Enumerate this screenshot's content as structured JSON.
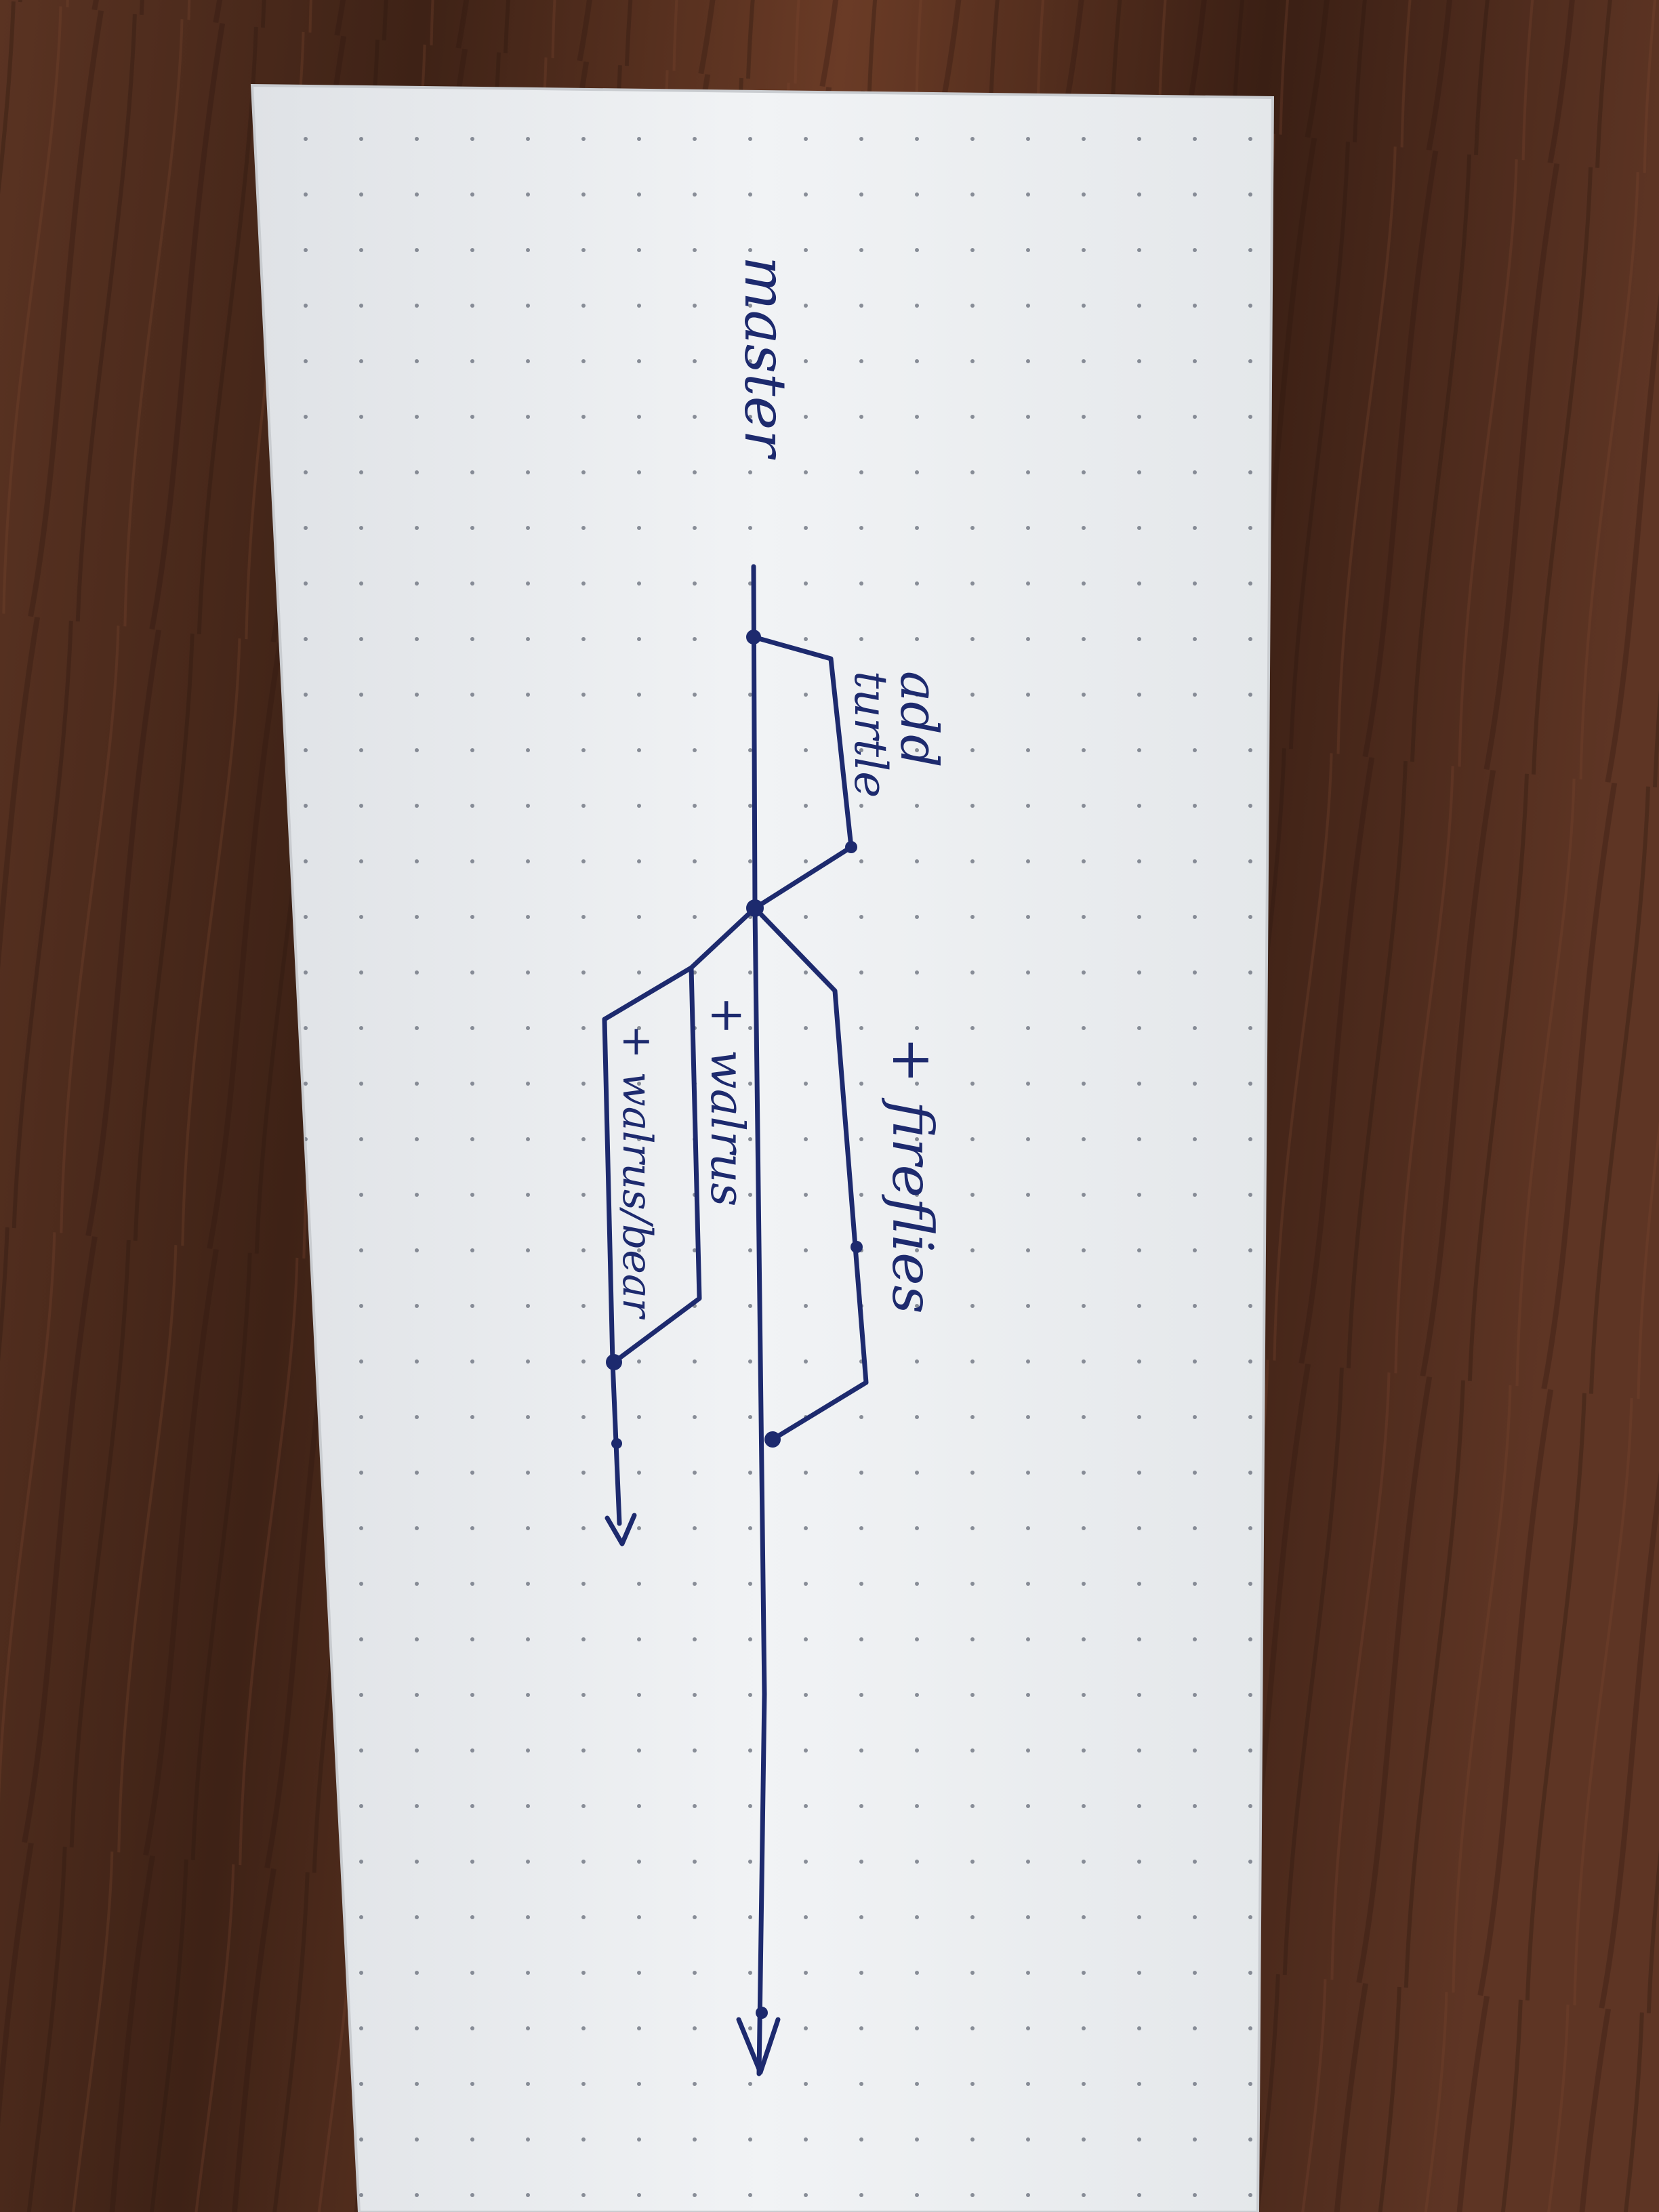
{
  "diagram": {
    "trunk_label": "master",
    "branch_labels": {
      "turtle_line1": "add",
      "turtle_line2": "turtle",
      "fireflies": "+ fireflies",
      "walrus": "+ walrus",
      "walrus_bear": "+ walrus/bear"
    }
  },
  "colors": {
    "ink": "#1d2a6e",
    "paper": "#eef0f2",
    "dot": "#6e7480",
    "wood_dark": "#3a1f14",
    "wood_light": "#6b3c28"
  }
}
